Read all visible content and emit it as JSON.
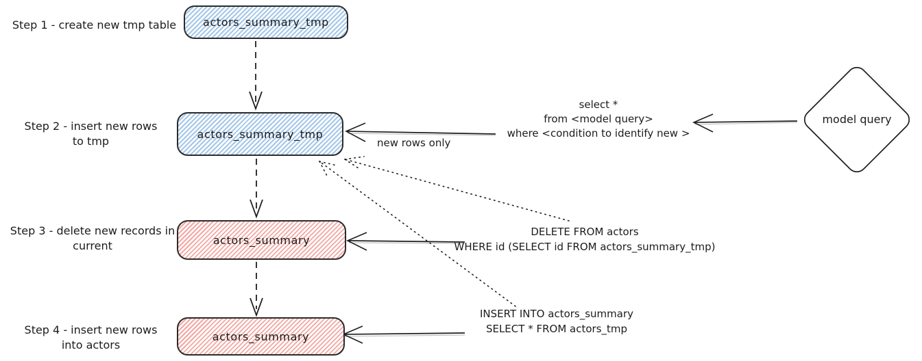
{
  "colors": {
    "blue_hatch": "#a5c7e8",
    "red_hatch": "#f2a8a2",
    "stroke": "#1e1e1e",
    "background": "#ffffff"
  },
  "steps": [
    {
      "label_lines": [
        "Step 1 - create new tmp table",
        ""
      ],
      "node": "actors_summary_tmp",
      "node_style": "blue"
    },
    {
      "label_lines": [
        "Step 2 - insert new rows",
        "to tmp"
      ],
      "node": "actors_summary_tmp",
      "node_style": "blue"
    },
    {
      "label_lines": [
        "Step 3 - delete new records in",
        "current"
      ],
      "node": "actors_summary",
      "node_style": "red"
    },
    {
      "label_lines": [
        "Step 4 - insert new rows",
        "into actors"
      ],
      "node": "actors_summary",
      "node_style": "red"
    }
  ],
  "nodes": {
    "model_query": "model query"
  },
  "annotations": {
    "select_sql": {
      "lines": [
        "select *",
        "from <model query>",
        "where <condition to identify new >"
      ]
    },
    "new_rows_only": "new rows only",
    "delete_sql": {
      "lines": [
        "DELETE FROM actors",
        "WHERE id (SELECT id FROM actors_summary_tmp)"
      ]
    },
    "insert_sql": {
      "lines": [
        "INSERT INTO actors_summary",
        "SELECT * FROM actors_tmp"
      ]
    }
  }
}
